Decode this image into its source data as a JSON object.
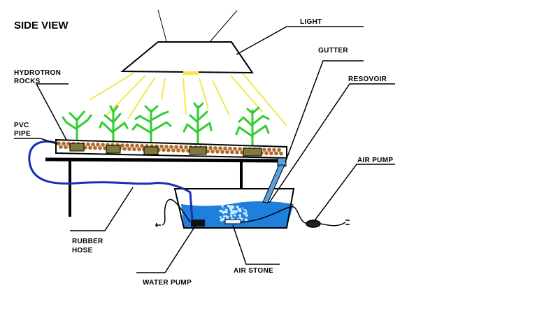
{
  "title": "SIDE VIEW",
  "labels": {
    "light": "LIGHT",
    "gutter": "GUTTER",
    "resovoir": "RESOVOIR",
    "hydrotron_line1": "HYDROTRON",
    "hydrotron_line2": "ROCKS",
    "pvc_line1": "PVC",
    "pvc_line2": "PIPE",
    "air_pump": "AIR PUMP",
    "rubber_line1": "RUBBER",
    "rubber_line2": "HOSE",
    "water_pump": "WATER PUMP",
    "air_stone": "AIR STONE"
  },
  "colors": {
    "background": "#ffffff",
    "outline": "#000000",
    "light_ray": "#f2e84a",
    "leaf": "#33cc33",
    "rock": "#b06a2a",
    "net_pot": "#7d7a3c",
    "hose": "#1b2fb0",
    "water": "#1f7fdc",
    "bubbles": "#cfeeff",
    "gutter_pipe": "#5aa0e0"
  }
}
